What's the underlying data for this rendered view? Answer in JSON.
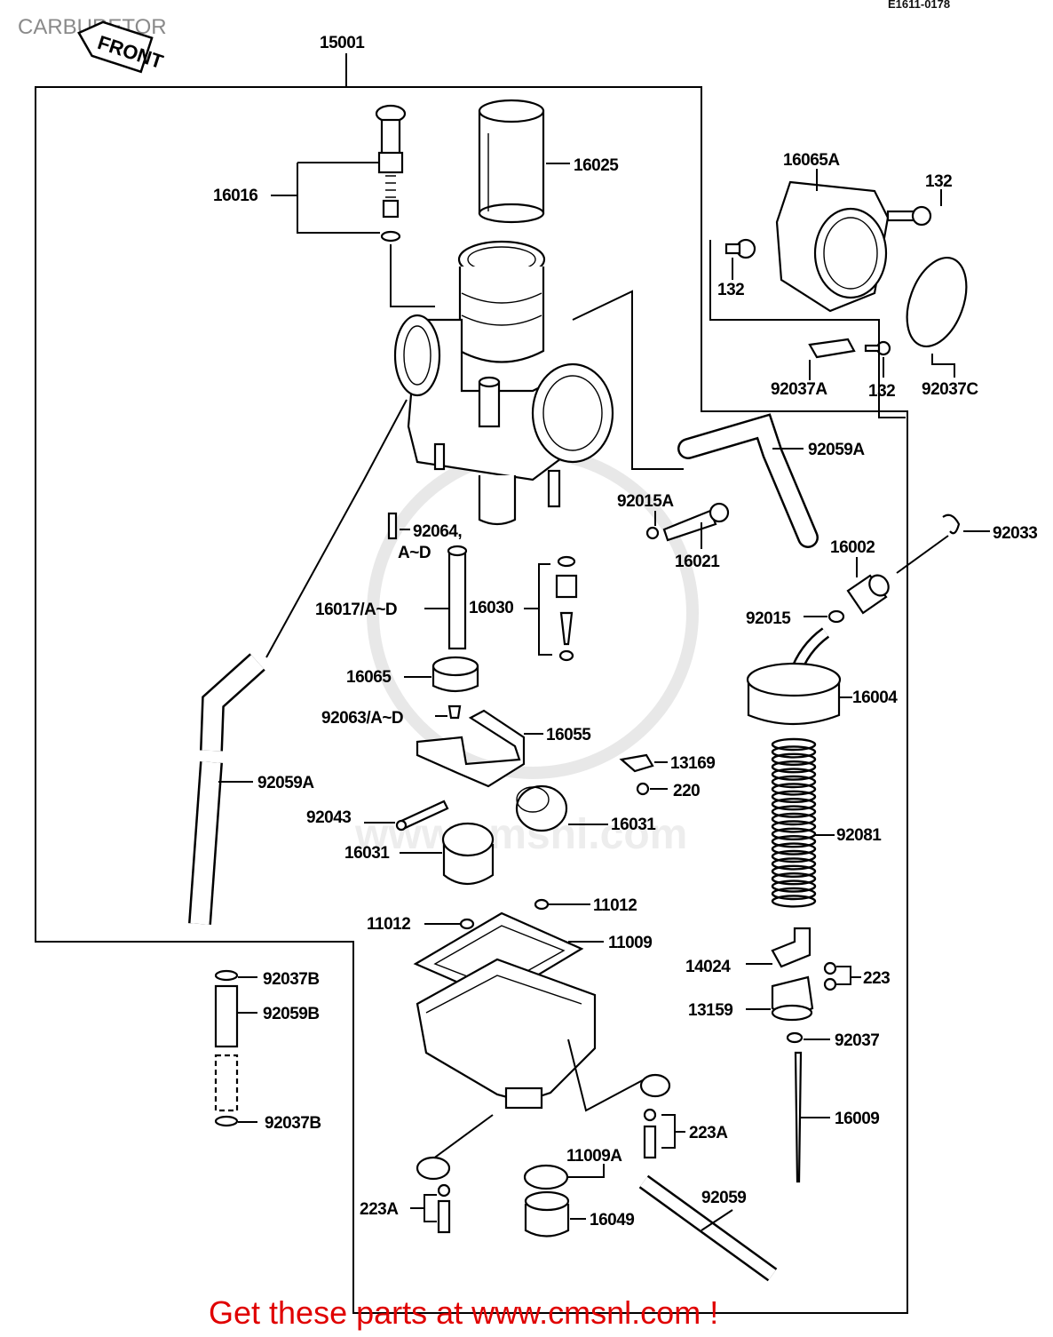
{
  "title": "CARBURETOR",
  "ref_code": "E1611-0178",
  "front_tag": "FRONT",
  "banner": "Get these parts at www.cmsnl.com !",
  "watermark": "www.cmsnl.com",
  "parts": {
    "p15001": "15001",
    "p16025": "16025",
    "p16016": "16016",
    "p16065A": "16065A",
    "p132a": "132",
    "p132b": "132",
    "p132c": "132",
    "p92037A": "92037A",
    "p92037C": "92037C",
    "p92059A_top": "92059A",
    "p92015A": "92015A",
    "p16021": "16021",
    "p92033": "92033",
    "p16002": "16002",
    "p92015": "92015",
    "p92064": "92064,",
    "p92064b": "A~D",
    "p16030": "16030",
    "p16017": "16017/A~D",
    "p16065": "16065",
    "p16004": "16004",
    "p92063": "92063/A~D",
    "p16055": "16055",
    "p13169": "13169",
    "p220": "220",
    "p92059A_left": "92059A",
    "p92081": "92081",
    "p92043": "92043",
    "p16031a": "16031",
    "p16031b": "16031",
    "p11012a": "11012",
    "p11012b": "11012",
    "p11009": "11009",
    "p14024": "14024",
    "p223": "223",
    "p92037B_top": "92037B",
    "p92059B": "92059B",
    "p13159": "13159",
    "p92037": "92037",
    "p16009": "16009",
    "p92037B_bot": "92037B",
    "p223A_right": "223A",
    "p11009A": "11009A",
    "p92059": "92059",
    "p223A_left": "223A",
    "p16049": "16049"
  }
}
